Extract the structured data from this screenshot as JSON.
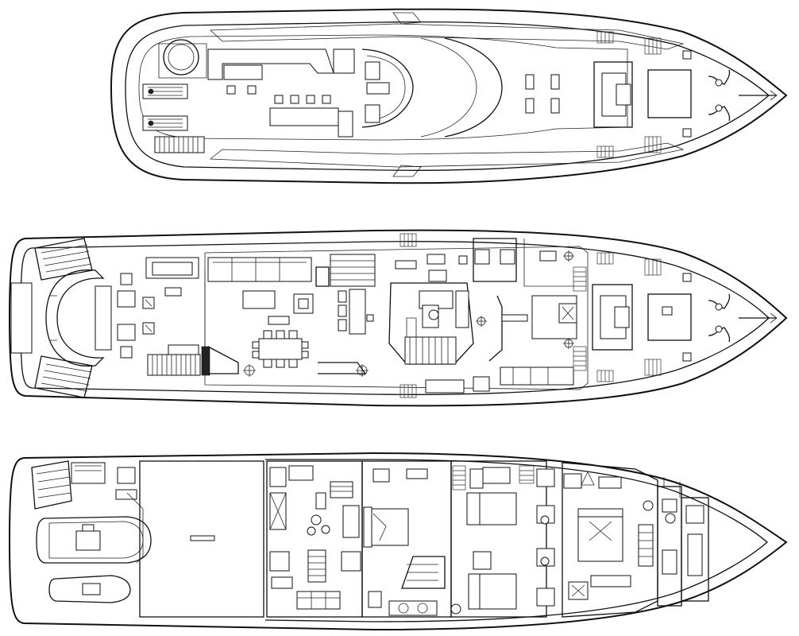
{
  "diagram": {
    "decks": [
      {
        "id": "sun-deck"
      },
      {
        "id": "main-deck"
      },
      {
        "id": "lower-deck"
      }
    ]
  },
  "colors": {
    "line": "#111111",
    "background": "#ffffff"
  }
}
